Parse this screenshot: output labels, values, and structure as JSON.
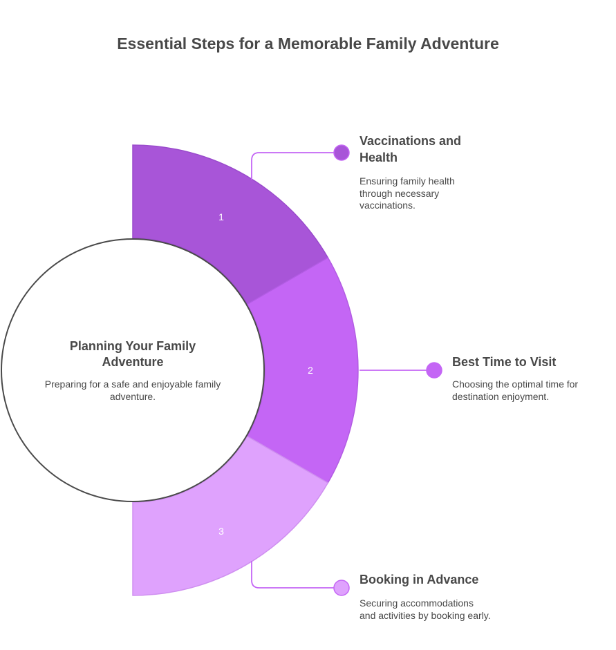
{
  "title": "Essential Steps for a Memorable Family Adventure",
  "center": {
    "title": "Planning Your Family Adventure",
    "description": "Preparing for a safe and enjoyable family adventure."
  },
  "steps": [
    {
      "number": "1",
      "title": "Vaccinations and Health",
      "description": "Ensuring family health through necessary vaccinations.",
      "color": "#a855d8"
    },
    {
      "number": "2",
      "title": "Best Time to Visit",
      "description": "Choosing the optimal time for destination enjoyment.",
      "color": "#c466f5"
    },
    {
      "number": "3",
      "title": "Booking in Advance",
      "description": "Securing accommodations and activities by booking early.",
      "color": "#dfa2fd"
    }
  ]
}
